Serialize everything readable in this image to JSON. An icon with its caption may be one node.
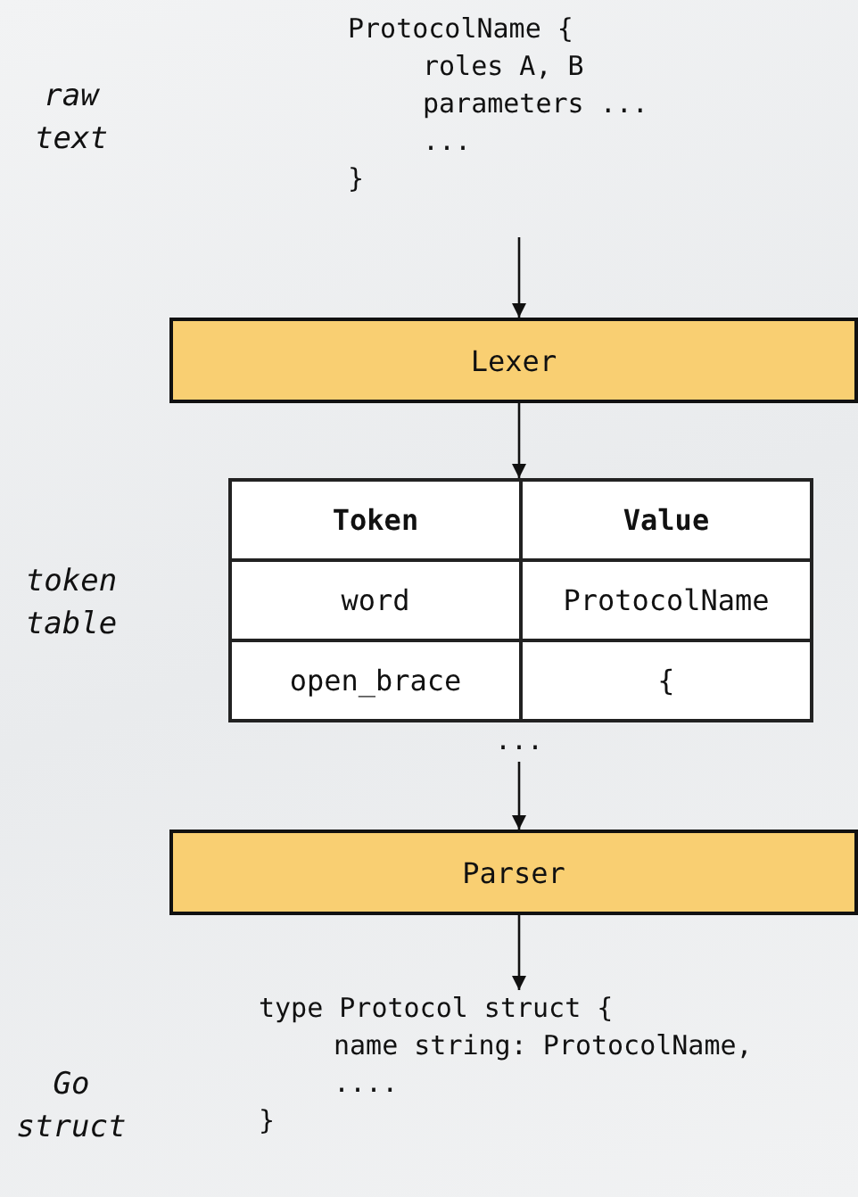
{
  "diagram": {
    "nodes": [
      {
        "text": [
          "ProtocolName {",
          "roles A, B",
          "parameters ...",
          "...",
          "}"
        ]
      },
      {
        "text": [
          "Lexer"
        ]
      },
      {
        "text": [
          "Token",
          "Value",
          "word",
          "ProtocolName",
          "open_brace",
          "{"
        ],
        "beside": [
          "..."
        ]
      },
      {
        "text": [
          "Parser"
        ]
      },
      {
        "text": [
          "type Protocol struct {",
          "name string: ProtocolName,",
          "....",
          "}"
        ]
      }
    ],
    "labels": [
      "raw text",
      "token table",
      "Go struct"
    ],
    "edges": [
      {
        "from": 0,
        "to": 1,
        "arrow": "to"
      },
      {
        "from": 1,
        "to": 2,
        "arrow": "to"
      },
      {
        "from": 2,
        "to": 3,
        "arrow": "to"
      },
      {
        "from": 3,
        "to": 4,
        "arrow": "to"
      }
    ]
  }
}
